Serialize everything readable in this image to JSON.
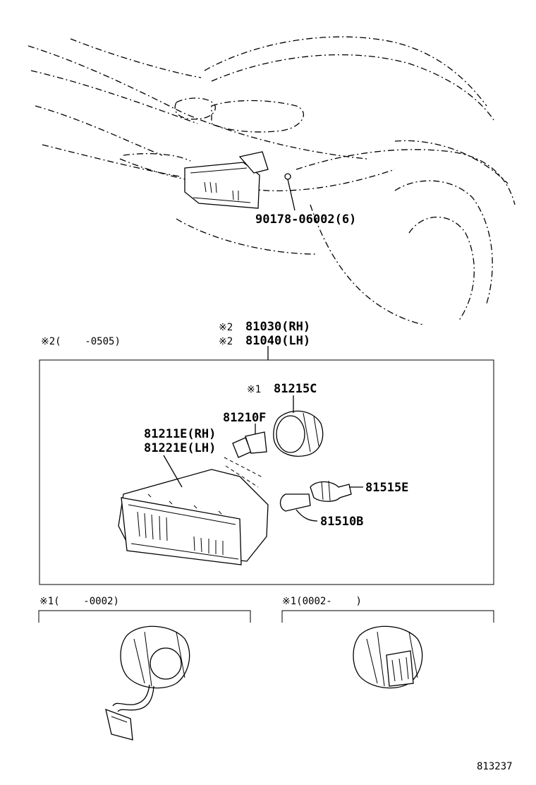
{
  "labels": {
    "clip_part": "90178-06002(6)",
    "lamp_rh_prefix": "※2",
    "lamp_rh": "81030(RH)",
    "lamp_lh_prefix": "※2",
    "lamp_lh": "81040(LH)",
    "box_note": "※2(    -0505)",
    "socket_cover_prefix": "※1",
    "socket_cover": "81215C",
    "bulb_h": "81210F",
    "lens_rh": "81211E(RH)",
    "lens_lh": "81221E(LH)",
    "socket_small": "81515E",
    "bulb_small": "81510B",
    "variant_left": "※1(    -0002)",
    "variant_right": "※1(0002-    )",
    "figure_number": "813237"
  }
}
